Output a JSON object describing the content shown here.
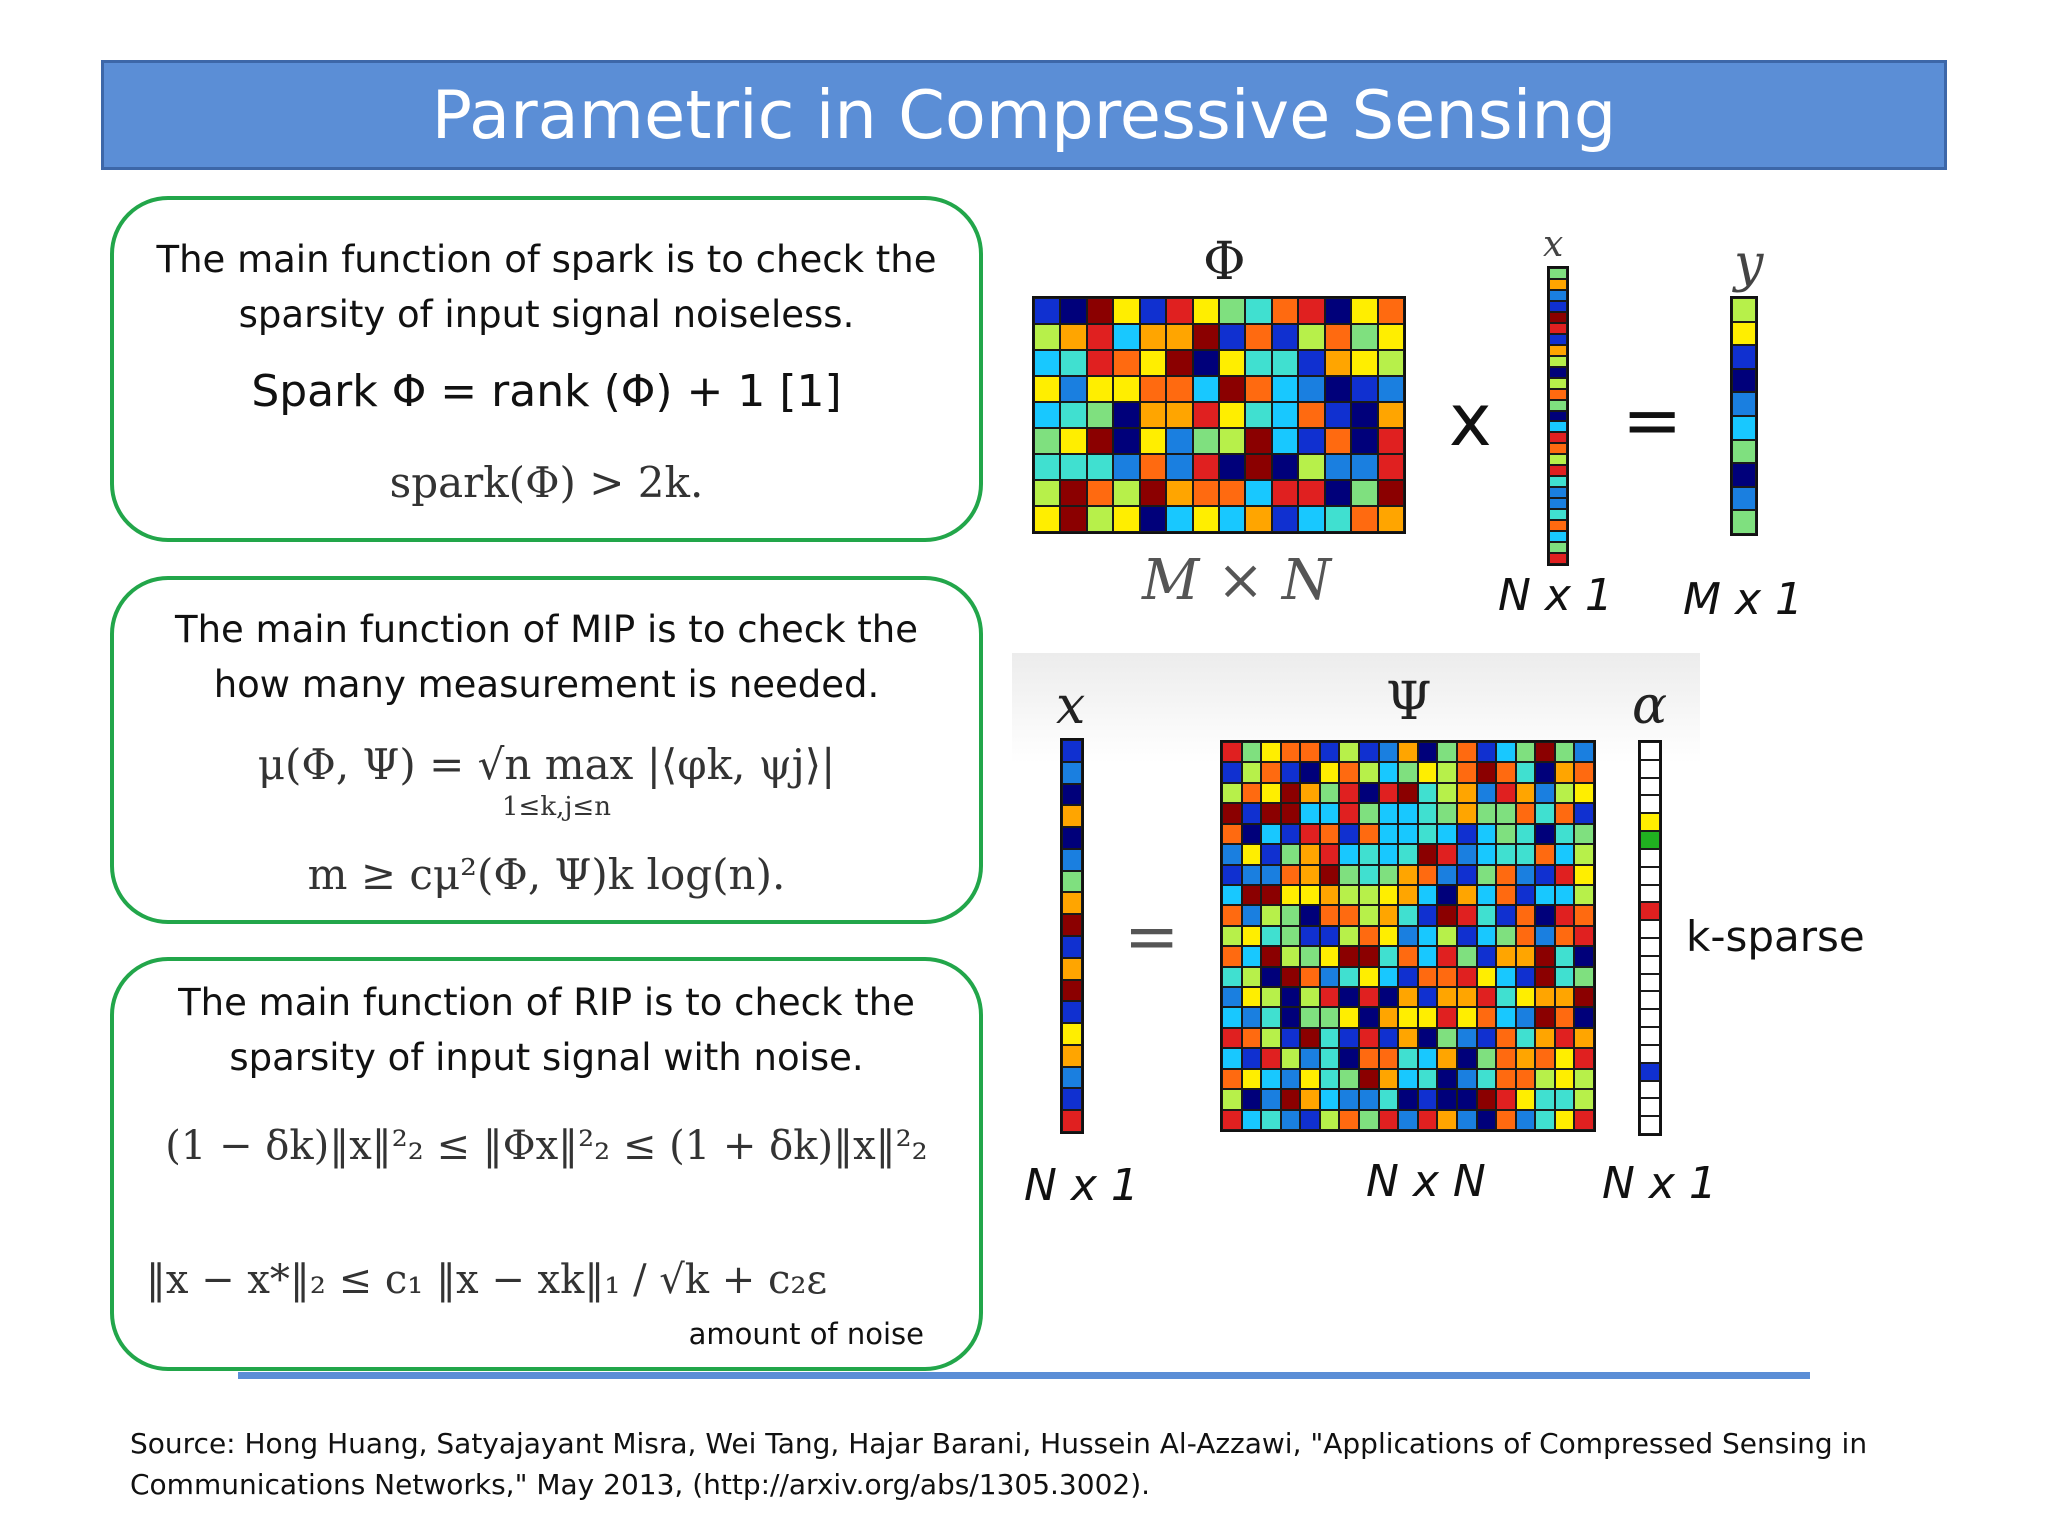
{
  "slide": {
    "title": "Parametric in Compressive Sensing",
    "spark": {
      "text_line1": "The main function of spark is to check the",
      "text_line2": "sparsity of input signal noiseless.",
      "formula": "Spark Φ = rank (Φ) + 1 [1]",
      "math": "spark(Φ) > 2k."
    },
    "mip": {
      "text_line1": "The main function of MIP is to check the",
      "text_line2": "how many measurement is needed.",
      "math1": "μ(Φ, Ψ) = √n max |⟨φk, ψj⟩|",
      "math1_sub": "1≤k,j≤n",
      "math2": "m ≥ cμ²(Φ, Ψ)k log(n)."
    },
    "rip": {
      "text_line1": "The main function of RIP is to check the",
      "text_line2": "sparsity of input signal with noise.",
      "math1": "(1 − δk)‖x‖²₂ ≤ ‖Φx‖²₂ ≤ (1 + δk)‖x‖²₂",
      "math2": "‖x − x*‖₂ ≤ c₁ ‖x − xk‖₁ / √k + c₂ε",
      "noise_label": "amount of noise"
    },
    "diagram1": {
      "phi_symbol": "Φ",
      "x_symbol": "x",
      "y_symbol": "y",
      "times_op": "x",
      "equals_op": "=",
      "matrix_label": "M × N",
      "x_label": "N x 1",
      "y_label": "M x 1"
    },
    "diagram2": {
      "x_symbol": "x",
      "psi_symbol": "Ψ",
      "alpha_symbol": "α",
      "equals_op": "=",
      "x_label": "N x 1",
      "psi_label": "N x N",
      "alpha_label": "N x 1",
      "sparse_label": "k-sparse"
    },
    "source_line1": "Source: Hong Huang, Satyajayant Misra, Wei Tang, Hajar Barani, Hussein Al-Azzawi, \"Applications of Compressed Sensing in",
    "source_line2": "Communications Networks,\" May 2013, (http://arxiv.org/abs/1305.3002)."
  },
  "colors": {
    "title_bg": "#5b8ed6",
    "box_border": "#22a64a",
    "palette": [
      "#8b0000",
      "#e02020",
      "#ff6a10",
      "#ffa500",
      "#ffee00",
      "#b7f04a",
      "#7fe07f",
      "#40e0d0",
      "#18c8ff",
      "#1a7fe0",
      "#1030d0",
      "#00007a"
    ]
  },
  "alpha_highlights": {
    "4": "#ffee00",
    "5": "#20b020",
    "9": "#e02020",
    "18": "#1030d0"
  }
}
